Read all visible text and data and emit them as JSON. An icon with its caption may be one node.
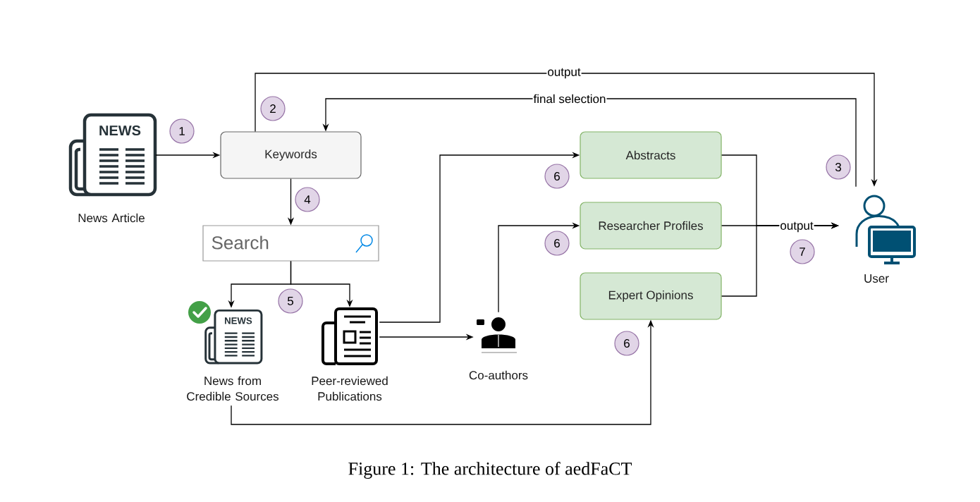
{
  "diagram": {
    "caption": "Figure 1: The architecture of aedFaCT",
    "nodes": [
      {
        "text": [
          "News Article"
        ]
      },
      {
        "text": [
          "Keywords"
        ]
      },
      {
        "text": [
          "Search"
        ]
      },
      {
        "text": [
          "News from Credible Sources"
        ]
      },
      {
        "text": [
          "Peer-reviewed Publications"
        ]
      },
      {
        "text": [
          "Co-authors"
        ]
      },
      {
        "text": [
          "Abstracts"
        ]
      },
      {
        "text": [
          "Researcher Profiles"
        ]
      },
      {
        "text": [
          "Expert Opinions"
        ]
      },
      {
        "text": [
          "User"
        ]
      },
      {
        "text": [
          "2"
        ]
      },
      {
        "text": [
          "1"
        ]
      },
      {
        "text": [
          "3"
        ]
      },
      {
        "text": [
          "6"
        ]
      },
      {
        "text": [
          "4"
        ]
      },
      {
        "text": [
          "6"
        ]
      },
      {
        "text": [
          "7"
        ]
      },
      {
        "text": [
          "5"
        ]
      },
      {
        "text": [
          "6"
        ]
      }
    ],
    "edges": [
      {
        "from": 0,
        "to": 1,
        "arrow": "to"
      },
      {
        "from": 1,
        "to": 9,
        "arrow": "to",
        "label": "output"
      },
      {
        "from": 9,
        "to": 1,
        "arrow": "to",
        "label": "final selection"
      },
      {
        "from": 1,
        "to": 2,
        "arrow": "to"
      },
      {
        "from": 2,
        "to": 3,
        "arrow": "to"
      },
      {
        "from": 2,
        "to": 4,
        "arrow": "to"
      },
      {
        "from": 4,
        "to": 6,
        "arrow": "to"
      },
      {
        "from": 4,
        "to": 5,
        "arrow": "to"
      },
      {
        "from": 5,
        "to": 7,
        "arrow": "to"
      },
      {
        "from": 3,
        "to": 8,
        "arrow": "to"
      },
      {
        "from": 6,
        "to": 9,
        "arrow": "to"
      },
      {
        "from": 7,
        "to": 9,
        "arrow": "to",
        "label": "output"
      },
      {
        "from": 8,
        "to": 9,
        "arrow": "to"
      }
    ],
    "labels": [
      "NEWS",
      "NEWS"
    ]
  }
}
